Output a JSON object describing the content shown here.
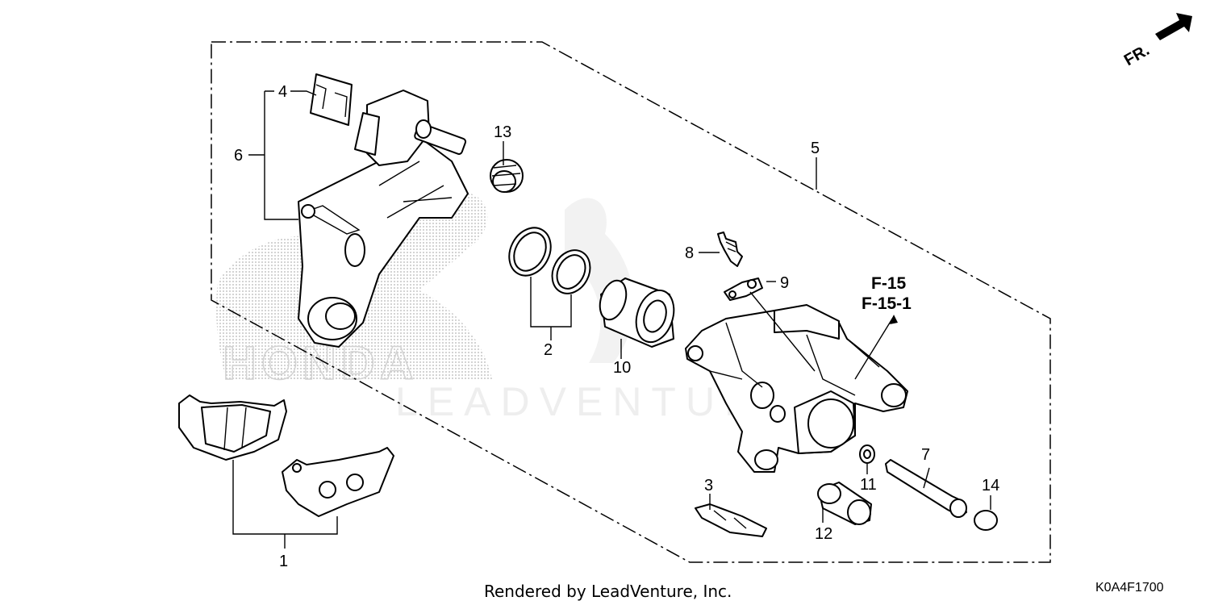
{
  "watermark": {
    "brand": "HONDA",
    "company": "LEADVENTURE"
  },
  "orientation": {
    "label": "FR."
  },
  "callouts": [
    {
      "id": "1",
      "text": "1"
    },
    {
      "id": "2",
      "text": "2"
    },
    {
      "id": "3",
      "text": "3"
    },
    {
      "id": "4",
      "text": "4"
    },
    {
      "id": "5",
      "text": "5"
    },
    {
      "id": "6",
      "text": "6"
    },
    {
      "id": "7",
      "text": "7"
    },
    {
      "id": "8",
      "text": "8"
    },
    {
      "id": "9",
      "text": "9"
    },
    {
      "id": "10",
      "text": "10"
    },
    {
      "id": "11",
      "text": "11"
    },
    {
      "id": "12",
      "text": "12"
    },
    {
      "id": "13",
      "text": "13"
    },
    {
      "id": "14",
      "text": "14"
    }
  ],
  "references": {
    "ref1": "F-15",
    "ref2": "F-15-1"
  },
  "footer": {
    "rendered_by": "Rendered by LeadVenture, Inc.",
    "diagram_code": "K0A4F1700"
  }
}
